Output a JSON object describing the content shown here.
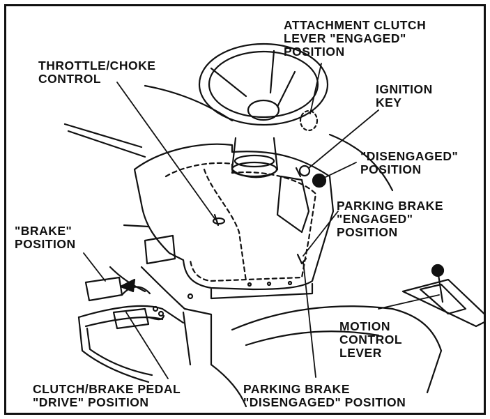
{
  "colors": {
    "ink": "#111111",
    "background": "#ffffff"
  },
  "labels": {
    "attachment_clutch": [
      "ATTACHMENT  CLUTCH",
      "LEVER  \"ENGAGED\"",
      "POSITION"
    ],
    "throttle_choke": [
      "THROTTLE/CHOKE",
      "CONTROL"
    ],
    "ignition_key": [
      "IGNITION",
      "KEY"
    ],
    "disengaged": [
      "\"DISENGAGED\"",
      "POSITION"
    ],
    "parking_brake_engaged": [
      "PARKING  BRAKE",
      "\"ENGAGED\"",
      "POSITION"
    ],
    "brake_position": [
      "\"BRAKE\"",
      "POSITION"
    ],
    "motion_control": [
      "MOTION",
      "CONTROL",
      "LEVER"
    ],
    "clutch_brake_pedal": [
      "CLUTCH/BRAKE  PEDAL",
      "\"DRIVE\"  POSITION"
    ],
    "parking_brake_disengaged": [
      "PARKING  BRAKE",
      "\"DISENGAGED\"  POSITION"
    ]
  }
}
